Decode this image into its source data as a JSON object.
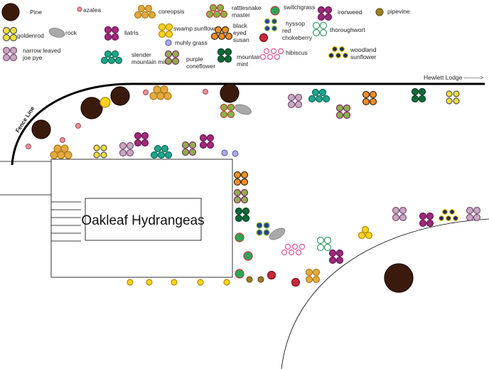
{
  "map": {
    "house_label": "Oakleaf Hydrangeas",
    "fence_label": "Fence Line",
    "lodge_label": "Hewlett Lodge -------->"
  },
  "legend": [
    {
      "id": "pine",
      "name": "Pine",
      "lines": [
        "Pine"
      ],
      "color": "#3a1a0c",
      "stroke": "#1a0800",
      "count": 1
    },
    {
      "id": "azalea",
      "name": "azalea",
      "lines": [
        "azalea"
      ],
      "color": "#e8919b",
      "stroke": "#b05a66",
      "count": 1
    },
    {
      "id": "coreopsis",
      "name": "coreopsis",
      "lines": [
        "coreopsis"
      ],
      "color": "#e3ab3e",
      "stroke": "#b07a18",
      "count": 5
    },
    {
      "id": "rattlesnake-master",
      "name": "rattlesnake master",
      "lines": [
        "rattlesnake",
        "master"
      ],
      "color": "#8bb24a",
      "stroke": "#b8452f",
      "count": 5
    },
    {
      "id": "switchgrass",
      "name": "switchgrass",
      "lines": [
        "switchgrass"
      ],
      "color": "#2fa35a",
      "stroke": "#c0392b",
      "count": 1
    },
    {
      "id": "ironweed",
      "name": "ironweed",
      "lines": [
        "ironweed"
      ],
      "color": "#9b2a7d",
      "stroke": "#6b1455",
      "count": 4
    },
    {
      "id": "pipevine",
      "name": "pipevine",
      "lines": [
        "pipevine"
      ],
      "color": "#9a7d2c",
      "stroke": "#6b5515",
      "count": 1
    },
    {
      "id": "goldenrod",
      "name": "goldenrod",
      "lines": [
        "goldenrod"
      ],
      "color": "#f0e032",
      "stroke": "#555555",
      "count": 4
    },
    {
      "id": "rock",
      "name": "rock",
      "lines": [
        "rock"
      ],
      "color": "#a9a9a9",
      "stroke": "#888888",
      "count": 1
    },
    {
      "id": "liatris",
      "name": "liatris",
      "lines": [
        "liatris"
      ],
      "color": "#a32a7a",
      "stroke": "#6b1455",
      "count": 4
    },
    {
      "id": "swamp-sunflower",
      "name": "swamp sunflower",
      "lines": [
        "swamp sunflower"
      ],
      "color": "#ffd21f",
      "stroke": "#b08a00",
      "count": 4
    },
    {
      "id": "black-eyed-susan",
      "name": "black eyed susan",
      "lines": [
        "black",
        "eyed",
        "susan"
      ],
      "color": "#ee8f25",
      "stroke": "#3a2a15",
      "count": 5
    },
    {
      "id": "hyssop",
      "name": "hyssop",
      "lines": [
        "hyssop"
      ],
      "color": "#2a3f9a",
      "stroke": "#8bbf3a",
      "count": 4
    },
    {
      "id": "thoroughwort",
      "name": "thoroughwort",
      "lines": [
        "thoroughwort"
      ],
      "color": "#ffffff",
      "stroke": "#3c9a6b",
      "count": 4
    },
    {
      "id": "narrow-leaved-joe-pye",
      "name": "narrow leaved joe pye",
      "lines": [
        "narrow leaved",
        "joe pye"
      ],
      "color": "#c9a9c1",
      "stroke": "#7a4f75",
      "count": 4
    },
    {
      "id": "muhly-grass",
      "name": "muhly grass",
      "lines": [
        "muhly grass"
      ],
      "color": "#a9a9e8",
      "stroke": "#6a6ab0",
      "count": 1
    },
    {
      "id": "red-chokeberry",
      "name": "red chokeberry",
      "lines": [
        "red",
        "chokeberry"
      ],
      "color": "#c8283a",
      "stroke": "#7a1020",
      "count": 1
    },
    {
      "id": "slender-mountain-mint",
      "name": "slender mountain mint",
      "lines": [
        "slender",
        "mountain mint"
      ],
      "color": "#1fa58a",
      "stroke": "#0e6b58",
      "count": 5
    },
    {
      "id": "purple-coneflower",
      "name": "purple coneflower",
      "lines": [
        "purple",
        "coneflower"
      ],
      "color": "#8fb04e",
      "stroke": "#7a2a60",
      "count": 4
    },
    {
      "id": "mountain-mint",
      "name": "mountain mint",
      "lines": [
        "mountain",
        "mint"
      ],
      "color": "#0c6b3a",
      "stroke": "#064022",
      "count": 4
    },
    {
      "id": "hibiscus",
      "name": "hibiscus",
      "lines": [
        "hibiscus"
      ],
      "color": "#ffffff",
      "stroke": "#e0539a",
      "count": 6
    },
    {
      "id": "woodland-sunflower",
      "name": "woodland sunflower",
      "lines": [
        "woodland",
        "sunflower"
      ],
      "color": "#1e2a5e",
      "stroke": "#f0c419",
      "count": 5
    }
  ]
}
